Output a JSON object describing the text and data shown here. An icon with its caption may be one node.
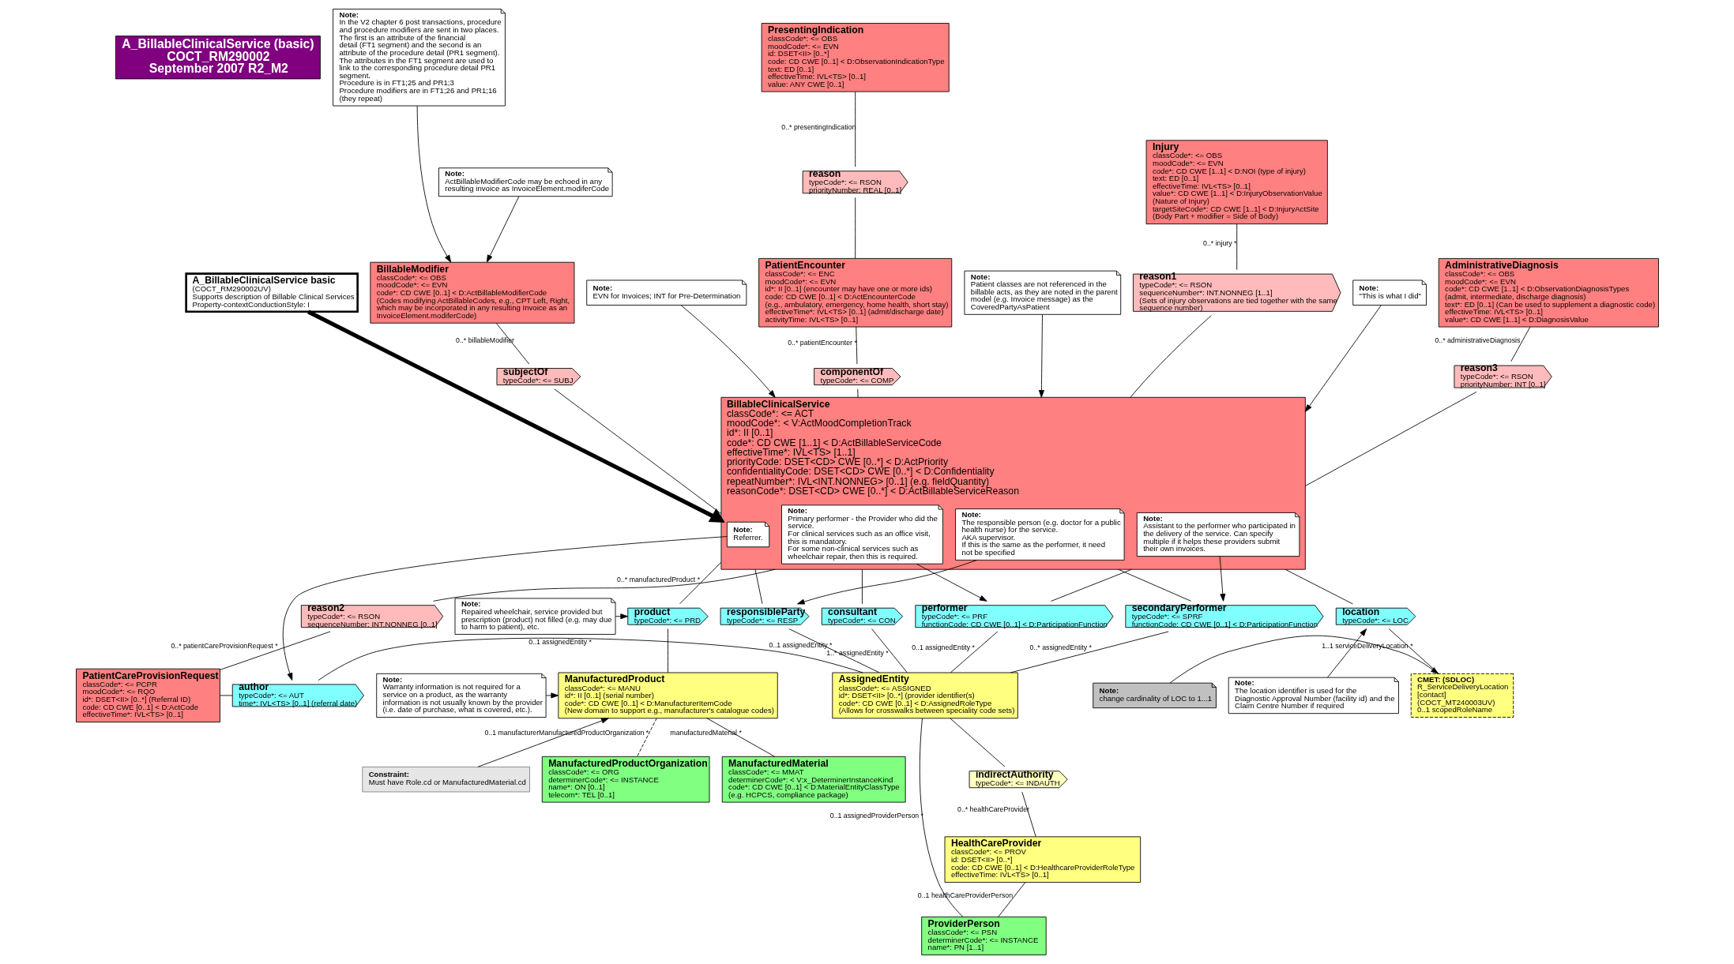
{
  "diagram": {
    "nodes": [
      {
        "text": [
          "A_BillableClinicalService (basic)",
          "COCT_RM290002",
          "September 2007 R2_M2"
        ]
      },
      {
        "text": [
          "A_BillableClinicalService basic",
          "(COCT_RM290002UV)",
          "Supports description of Billable Clinical Services",
          "Property-contextConductionStyle: I"
        ]
      },
      {
        "text": [
          "Note:",
          "EVN for Invoices; INT for Pre-Determination"
        ]
      },
      {
        "text": [
          "Note:",
          "\"This is what I did\""
        ]
      },
      {
        "text": [
          "Note:",
          "Patient classes are not referenced in the billable acts, as they are noted in the parent model (e.g. Invoice message) as the CoveredPartyAsPatient"
        ]
      },
      {
        "text": [
          "BillableClinicalService",
          "classCode*: <= ACT",
          "moodCode*: < V:ActMoodCompletionTrack",
          "id*: II [0..1]",
          "code*: CD CWE [1..1] < D:ActBillableServiceCode",
          "effectiveTime*: IVL<TS> [1..1]",
          "priorityCode: DSET<CD> CWE [0..*] < D:ActPriority",
          "confidentialityCode: DSET<CD> CWE [0..*] < D:Confidentiality",
          "repeatNumber*: IVL<INT.NONNEG> [0..1] (e.g. fieldQuantity)",
          "reasonCode*: DSET<CD> CWE [0..*] < D:ActBillableServiceReason"
        ]
      },
      {
        "text": [
          "Note:",
          "In the V2 chapter 6 post transactions, procedure and procedure modifiers are sent in two places. The first is an attribute of the financial detail (FT1 segment) and the second is an attribute of the procedure detail (PR1 segment).",
          "The attributes in the FT1 segment are used to link to the corresponding procedure detail PR1 segment.",
          "Procedure is in FT1;25 and PR1;3",
          "Procedure modifiers are in FT1;26 and PR1;16 (they repeat)"
        ]
      },
      {
        "text": [
          "Note:",
          "ActBillableModifierCode may be echoed in any resulting invoice as InvoiceElement.modiferCode"
        ]
      },
      {
        "text": [
          "BillableModifier",
          "classCode*: <= OBS",
          "moodCode*: <= EVN",
          "code*: CD CWE [0..1] < D:ActBillableModifierCode",
          "(Codes modifying ActBillableCodes, e.g., CPT Left, Right, which may be incorporated in any resulting Invoice as an InvoiceElement.modiferCode)"
        ]
      },
      {
        "text": [
          "subjectOf",
          "typeCode*: <= SUBJ"
        ]
      },
      {
        "text": [
          "PresentingIndication",
          "classCode*: <= OBS",
          "moodCode*: <= EVN",
          "id: DSET<II> [0..*]",
          "code: CD CWE [0..1] < D:ObservationIndicationType",
          "text: ED [0..1]",
          "effectiveTime: IVL<TS> [0..1]",
          "value: ANY CWE [0..1]"
        ]
      },
      {
        "text": [
          "reason",
          "typeCode*: <= RSON",
          "priorityNumber: REAL [0..1]"
        ]
      },
      {
        "text": [
          "PatientEncounter",
          "classCode*: <= ENC",
          "moodCode*: <= EVN",
          "id*: II [0..1] (encounter may have one or more ids)",
          "code: CD CWE [0..1] < D:ActEncounterCode",
          "(e.g., ambulatory, emergency, home health, short stay)",
          "effectiveTime*: IVL<TS> [0..1] (admit/discharge date)",
          "activityTime: IVL<TS> [0..1]"
        ]
      },
      {
        "text": [
          "componentOf",
          "typeCode*: <= COMP"
        ]
      },
      {
        "text": [
          "AdministrativeDiagnosis",
          "classCode*: <= OBS",
          "moodCode*: <= EVN",
          "code*: CD CWE [1..1] < D:ObservationDiagnosisTypes",
          "(admit, intermediate, discharge diagnosis)",
          "text*: ED [0..1] (Can be used to supplement a diagnostic code)",
          "effectiveTime: IVL<TS> [0..1]",
          "value*: CD CWE [1..1] < D:DiagnosisValue"
        ]
      },
      {
        "text": [
          "reason3",
          "typeCode*: <= RSON",
          "priorityNumber: INT [0..1]"
        ]
      },
      {
        "text": [
          "Injury",
          "classCode*: <= OBS",
          "moodCode*: <= EVN",
          "code*: CD CWE [1..1] < D:NOI (type of injury)",
          "text: ED [0..1]",
          "effectiveTime: IVL<TS> [0..1]",
          "value*: CD CWE [1..1] < D:InjuryObservationValue",
          "(Nature of Injury)",
          "targetSiteCode*: CD CWE [1..1] < D:InjuryActSite",
          "(Body Part + modifier = Side of Body)"
        ]
      },
      {
        "text": [
          "reason1",
          "typeCode*: <= RSON",
          "sequenceNumber*: INT.NONNEG [1..1]",
          "(Sets of injury observations are tied together with the same sequence number)"
        ]
      },
      {
        "text": [
          "product",
          "typeCode*: <= PRD"
        ]
      },
      {
        "text": [
          "Note:",
          "Repaired wheelchair, service provided but prescription (product) not filled (e.g. may due to harm to patient), etc."
        ]
      },
      {
        "text": [
          "Note:",
          "Warranty information is not required for a service on a product, as the warranty information is not usually known by the provider (i.e. date of purchase, what is covered, etc.)."
        ]
      },
      {
        "text": [
          "ManufacturedProduct",
          "classCode*: <= MANU",
          "id*: II [0..1] (serial number)",
          "code*: CD CWE [0..1] < D:ManufacturerItemCode",
          "(New domain to support e.g., manufacturer's catalogue codes)"
        ]
      },
      {
        "text": [
          "ManufacturedProductOrganization",
          "classCode*: <= ORG",
          "determinerCode*: <= INSTANCE",
          "name*: ON [0..1]",
          "telecom*: TEL [0..1]"
        ]
      },
      {
        "text": [
          "Constraint:",
          "Must have Role.cd or ManufacturedMaterial.cd"
        ]
      },
      {
        "text": [
          "ManufacturedMaterial",
          "classCode*: <= MMAT",
          "determinerCode*: < V:x_DeterminerInstanceKind",
          "code*: CD CWE [0..1] < D:MaterialEntityClassType",
          "(e.g. HCPCS, compliance package)"
        ]
      },
      {
        "text": [
          "reason2",
          "typeCode*: <= RSON",
          "sequenceNumber: INT.NONNEG [0..1]"
        ]
      },
      {
        "text": [
          "PatientCareProvisionRequest",
          "classCode*: <= PCPR",
          "moodCode*: <= RQO",
          "id*: DSET<II> [0..*] (Referral ID)",
          "code: CD CWE [0..1] < D:ActCode",
          "effectiveTime*: IVL<TS> [0..1]"
        ]
      },
      {
        "text": [
          "author",
          "typeCode*: <= AUT",
          "time*: IVL<TS> [0..1] (referral date)"
        ]
      },
      {
        "text": [
          "Note:",
          "Referrer."
        ],
        "in": 5
      },
      {
        "text": [
          "performer",
          "typeCode*: <= PRF",
          "functionCode: CD CWE [0..1] < D:ParticipationFunction"
        ]
      },
      {
        "text": [
          "secondaryPerformer",
          "typeCode*: <= SPRF",
          "functionCode: CD CWE [0..1] < D:ParticipationFunction"
        ]
      },
      {
        "text": [
          "responsibleParty",
          "typeCode*: <= RESP"
        ]
      },
      {
        "text": [
          "consultant",
          "typeCode*: <= CON"
        ]
      },
      {
        "text": [
          "Note:",
          "Primary performer - the Provider who did the service.",
          "For clinical services such as an office visit, this is mandatory.",
          "For some non-clinical services such as wheelchair repair, then this is required."
        ],
        "in": 5
      },
      {
        "text": [
          "Note:",
          "Assistant to the performer who participated in the delivery of the service. Can specify multiple if it helps these providers submit their own invoices."
        ],
        "in": 5
      },
      {
        "text": [
          "Note:",
          "The responsible person (e.g. doctor for a public health nurse) for the service.",
          "AKA supervisor.",
          "If this is the same as the performer, it need not be specified"
        ],
        "in": 5
      },
      {
        "text": [
          "AssignedEntity",
          "classCode*: <= ASSIGNED",
          "id*: DSET<II> [0..*] (provider identifier(s)",
          "code*: CD CWE [0..1] < D:AssignedRoleType",
          "(Allows for crosswalks between speciality code sets)"
        ]
      },
      {
        "text": [
          "indirectAuthority",
          "typeCode*: <= INDAUTH"
        ]
      },
      {
        "text": [
          "HealthCareProvider",
          "classCode*: <= PROV",
          "id: DSET<II> [0..*]",
          "code: CD CWE [0..1] < D:HealthcareProviderRoleType",
          "effectiveTime: IVL<TS> [0..1]"
        ]
      },
      {
        "text": [
          "ProviderPerson",
          "classCode*: <= PSN",
          "determinerCode*: <= INSTANCE",
          "name*: PN [1..1]"
        ]
      },
      {
        "text": [
          "location",
          "typeCode*: <= LOC"
        ]
      },
      {
        "text": [
          "CMET: (SDLOC)",
          "R_ServiceDeliveryLocation",
          "[contact]",
          "(COCT_MT240003UV)",
          "0..1 scopedRoleName"
        ]
      },
      {
        "text": [
          "Note:",
          "The location identifier is used for the Diagnostic Approval Number (facility id) and the Claim Centre Number if required"
        ]
      },
      {
        "text": [
          "Note:",
          "change cardinality of LOC to 1...1"
        ]
      }
    ],
    "edges": [
      {
        "from": 1,
        "to": 5,
        "arrow": "to",
        "style": "thick"
      },
      {
        "from": 2,
        "to": 5,
        "arrow": "to"
      },
      {
        "from": 3,
        "to": 5,
        "arrow": "to"
      },
      {
        "from": 4,
        "to": 5,
        "arrow": "to"
      },
      {
        "from": 6,
        "to": 8,
        "arrow": "to"
      },
      {
        "from": 7,
        "to": 8,
        "arrow": "to"
      },
      {
        "from": 8,
        "to": 9,
        "label": "0..* billableModifier",
        "arrow": "none"
      },
      {
        "from": 9,
        "to": 5,
        "arrow": "none"
      },
      {
        "from": 10,
        "to": 11,
        "label": "0..* presentingIndication",
        "arrow": "none"
      },
      {
        "from": 11,
        "to": 12,
        "arrow": "none"
      },
      {
        "from": 12,
        "to": 13,
        "label": "0..* patientEncounter *",
        "arrow": "none"
      },
      {
        "from": 13,
        "to": 5,
        "arrow": "none"
      },
      {
        "from": 14,
        "to": 15,
        "label": "0..* administrativeDiagnosis",
        "arrow": "none"
      },
      {
        "from": 15,
        "to": 5,
        "arrow": "none"
      },
      {
        "from": 16,
        "to": 17,
        "label": "0..* injury *",
        "arrow": "none"
      },
      {
        "from": 17,
        "to": 5,
        "arrow": "none"
      },
      {
        "from": 5,
        "to": 18,
        "label": "0..* manufacturedProduct *",
        "arrow": "none"
      },
      {
        "from": 18,
        "to": 21,
        "arrow": "none"
      },
      {
        "from": 19,
        "to": 18,
        "arrow": "to"
      },
      {
        "from": 20,
        "to": 21,
        "arrow": "to"
      },
      {
        "from": 21,
        "to": 22,
        "label": "0..1 manufacturerManufacturedProductOrganization *",
        "arrow": "none",
        "style": "dashed"
      },
      {
        "from": 23,
        "to": 21,
        "arrow": "to"
      },
      {
        "from": 21,
        "to": 24,
        "label": "manufacturedMaterial *",
        "arrow": "none"
      },
      {
        "from": 5,
        "to": 25,
        "arrow": "none"
      },
      {
        "from": 25,
        "to": 26,
        "label": "0..* patientCareProvisionRequest *",
        "arrow": "none"
      },
      {
        "from": 26,
        "to": 27,
        "arrow": "none"
      },
      {
        "from": 27,
        "to": 36,
        "label": "0..1 assignedEntity *",
        "arrow": "none"
      },
      {
        "from": 28,
        "to": 27,
        "arrow": "to"
      },
      {
        "from": 5,
        "to": 29,
        "arrow": "none"
      },
      {
        "from": 29,
        "to": 36,
        "label": "0..1 assignedEntity *",
        "arrow": "none"
      },
      {
        "from": 5,
        "to": 30,
        "arrow": "none"
      },
      {
        "from": 30,
        "to": 36,
        "label": "0..* assignedEntity *",
        "arrow": "none"
      },
      {
        "from": 5,
        "to": 31,
        "arrow": "none"
      },
      {
        "from": 31,
        "to": 36,
        "label": "0..1 assignedEntity *",
        "arrow": "none"
      },
      {
        "from": 5,
        "to": 32,
        "arrow": "none"
      },
      {
        "from": 32,
        "to": 36,
        "label": "1..* assignedEntity *",
        "arrow": "none"
      },
      {
        "from": 33,
        "to": 29,
        "arrow": "to"
      },
      {
        "from": 34,
        "to": 30,
        "arrow": "to"
      },
      {
        "from": 35,
        "to": 31,
        "arrow": "to"
      },
      {
        "from": 36,
        "to": 37,
        "arrow": "none"
      },
      {
        "from": 37,
        "to": 38,
        "label": "0..* healthCareProvider",
        "arrow": "none"
      },
      {
        "from": 38,
        "to": 39,
        "label": "0..1 healthCareProviderPerson",
        "arrow": "none"
      },
      {
        "from": 36,
        "to": 39,
        "label": "0..1 assignedProviderPerson *",
        "arrow": "none"
      },
      {
        "from": 5,
        "to": 40,
        "arrow": "none"
      },
      {
        "from": 40,
        "to": 41,
        "label": "1..1 serviceDeliveryLocation *",
        "arrow": "none"
      },
      {
        "from": 42,
        "to": 40,
        "arrow": "to"
      },
      {
        "from": 43,
        "to": 41,
        "arrow": "to"
      }
    ]
  }
}
